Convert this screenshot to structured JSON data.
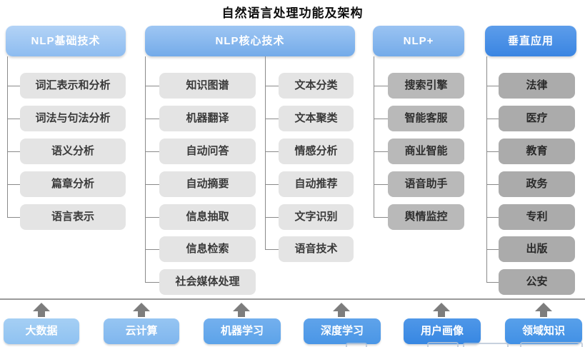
{
  "title": "自然语言处理功能及架构",
  "columns": [
    {
      "header": "NLP基础技术",
      "items": [
        "词汇表示和分析",
        "词法与句法分析",
        "语义分析",
        "篇章分析",
        "语言表示"
      ]
    },
    {
      "header": "NLP核心技术",
      "items_left": [
        "知识图谱",
        "机器翻译",
        "自动问答",
        "自动摘要",
        "信息抽取",
        "信息检索",
        "社会媒体处理"
      ],
      "items_right": [
        "文本分类",
        "文本聚类",
        "情感分析",
        "自动推荐",
        "文字识别",
        "语音技术"
      ]
    },
    {
      "header": "NLP+",
      "items": [
        "搜索引擎",
        "智能客服",
        "商业智能",
        "语音助手",
        "舆情监控"
      ]
    },
    {
      "header": "垂直应用",
      "items": [
        "法律",
        "医疗",
        "教育",
        "政务",
        "专利",
        "出版",
        "公安"
      ]
    }
  ],
  "foundation_items": [
    "大数据",
    "云计算",
    "机器学习",
    "深度学习",
    "用户画像",
    "领域知识"
  ],
  "colors": {
    "header_light_blue": "#9cc5f3",
    "header_medium_blue": "#7db2ec",
    "header_deep_blue": "#3c87e3",
    "item_gray_light": "#e4e4e4",
    "item_gray_medium": "#b9b9b9",
    "item_gray_dark": "#ababab",
    "connector_gray": "#8a8a8a",
    "arrow_gray": "#7d7d7d",
    "foundation_blues": [
      "#9bcaf3",
      "#8cc0f1",
      "#66a9ec",
      "#519be8",
      "#3f8ee5",
      "#4a95e7"
    ]
  }
}
